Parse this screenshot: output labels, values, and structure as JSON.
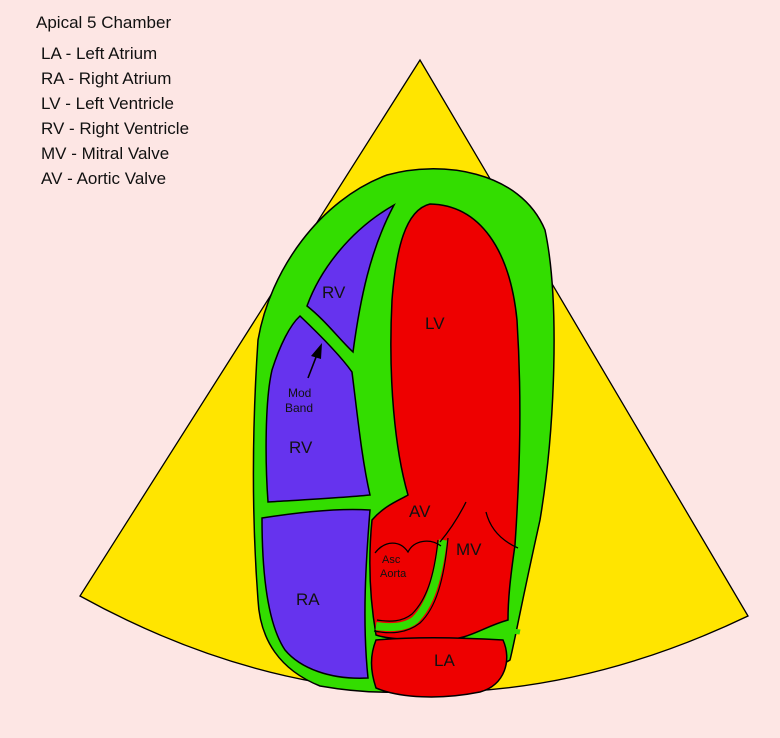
{
  "title": "Apical 5 Chamber",
  "legend": [
    "LA - Left Atrium",
    "RA - Right Atrium",
    "LV - Left Ventricle",
    "RV - Right Ventricle",
    "MV - Mitral Valve",
    "AV - Aortic Valve"
  ],
  "labels": {
    "rv_upper": "RV",
    "rv_lower": "RV",
    "mod_band_1": "Mod",
    "mod_band_2": "Band",
    "lv": "LV",
    "av": "AV",
    "asc_1": "Asc",
    "asc_2": "Aorta",
    "mv": "MV",
    "ra": "RA",
    "la": "LA"
  },
  "colors": {
    "background": "#fde6e4",
    "sector": "#ffe500",
    "myocardium": "#33dd00",
    "right_heart": "#6633ee",
    "left_heart": "#ee0000",
    "outline": "#000000"
  }
}
